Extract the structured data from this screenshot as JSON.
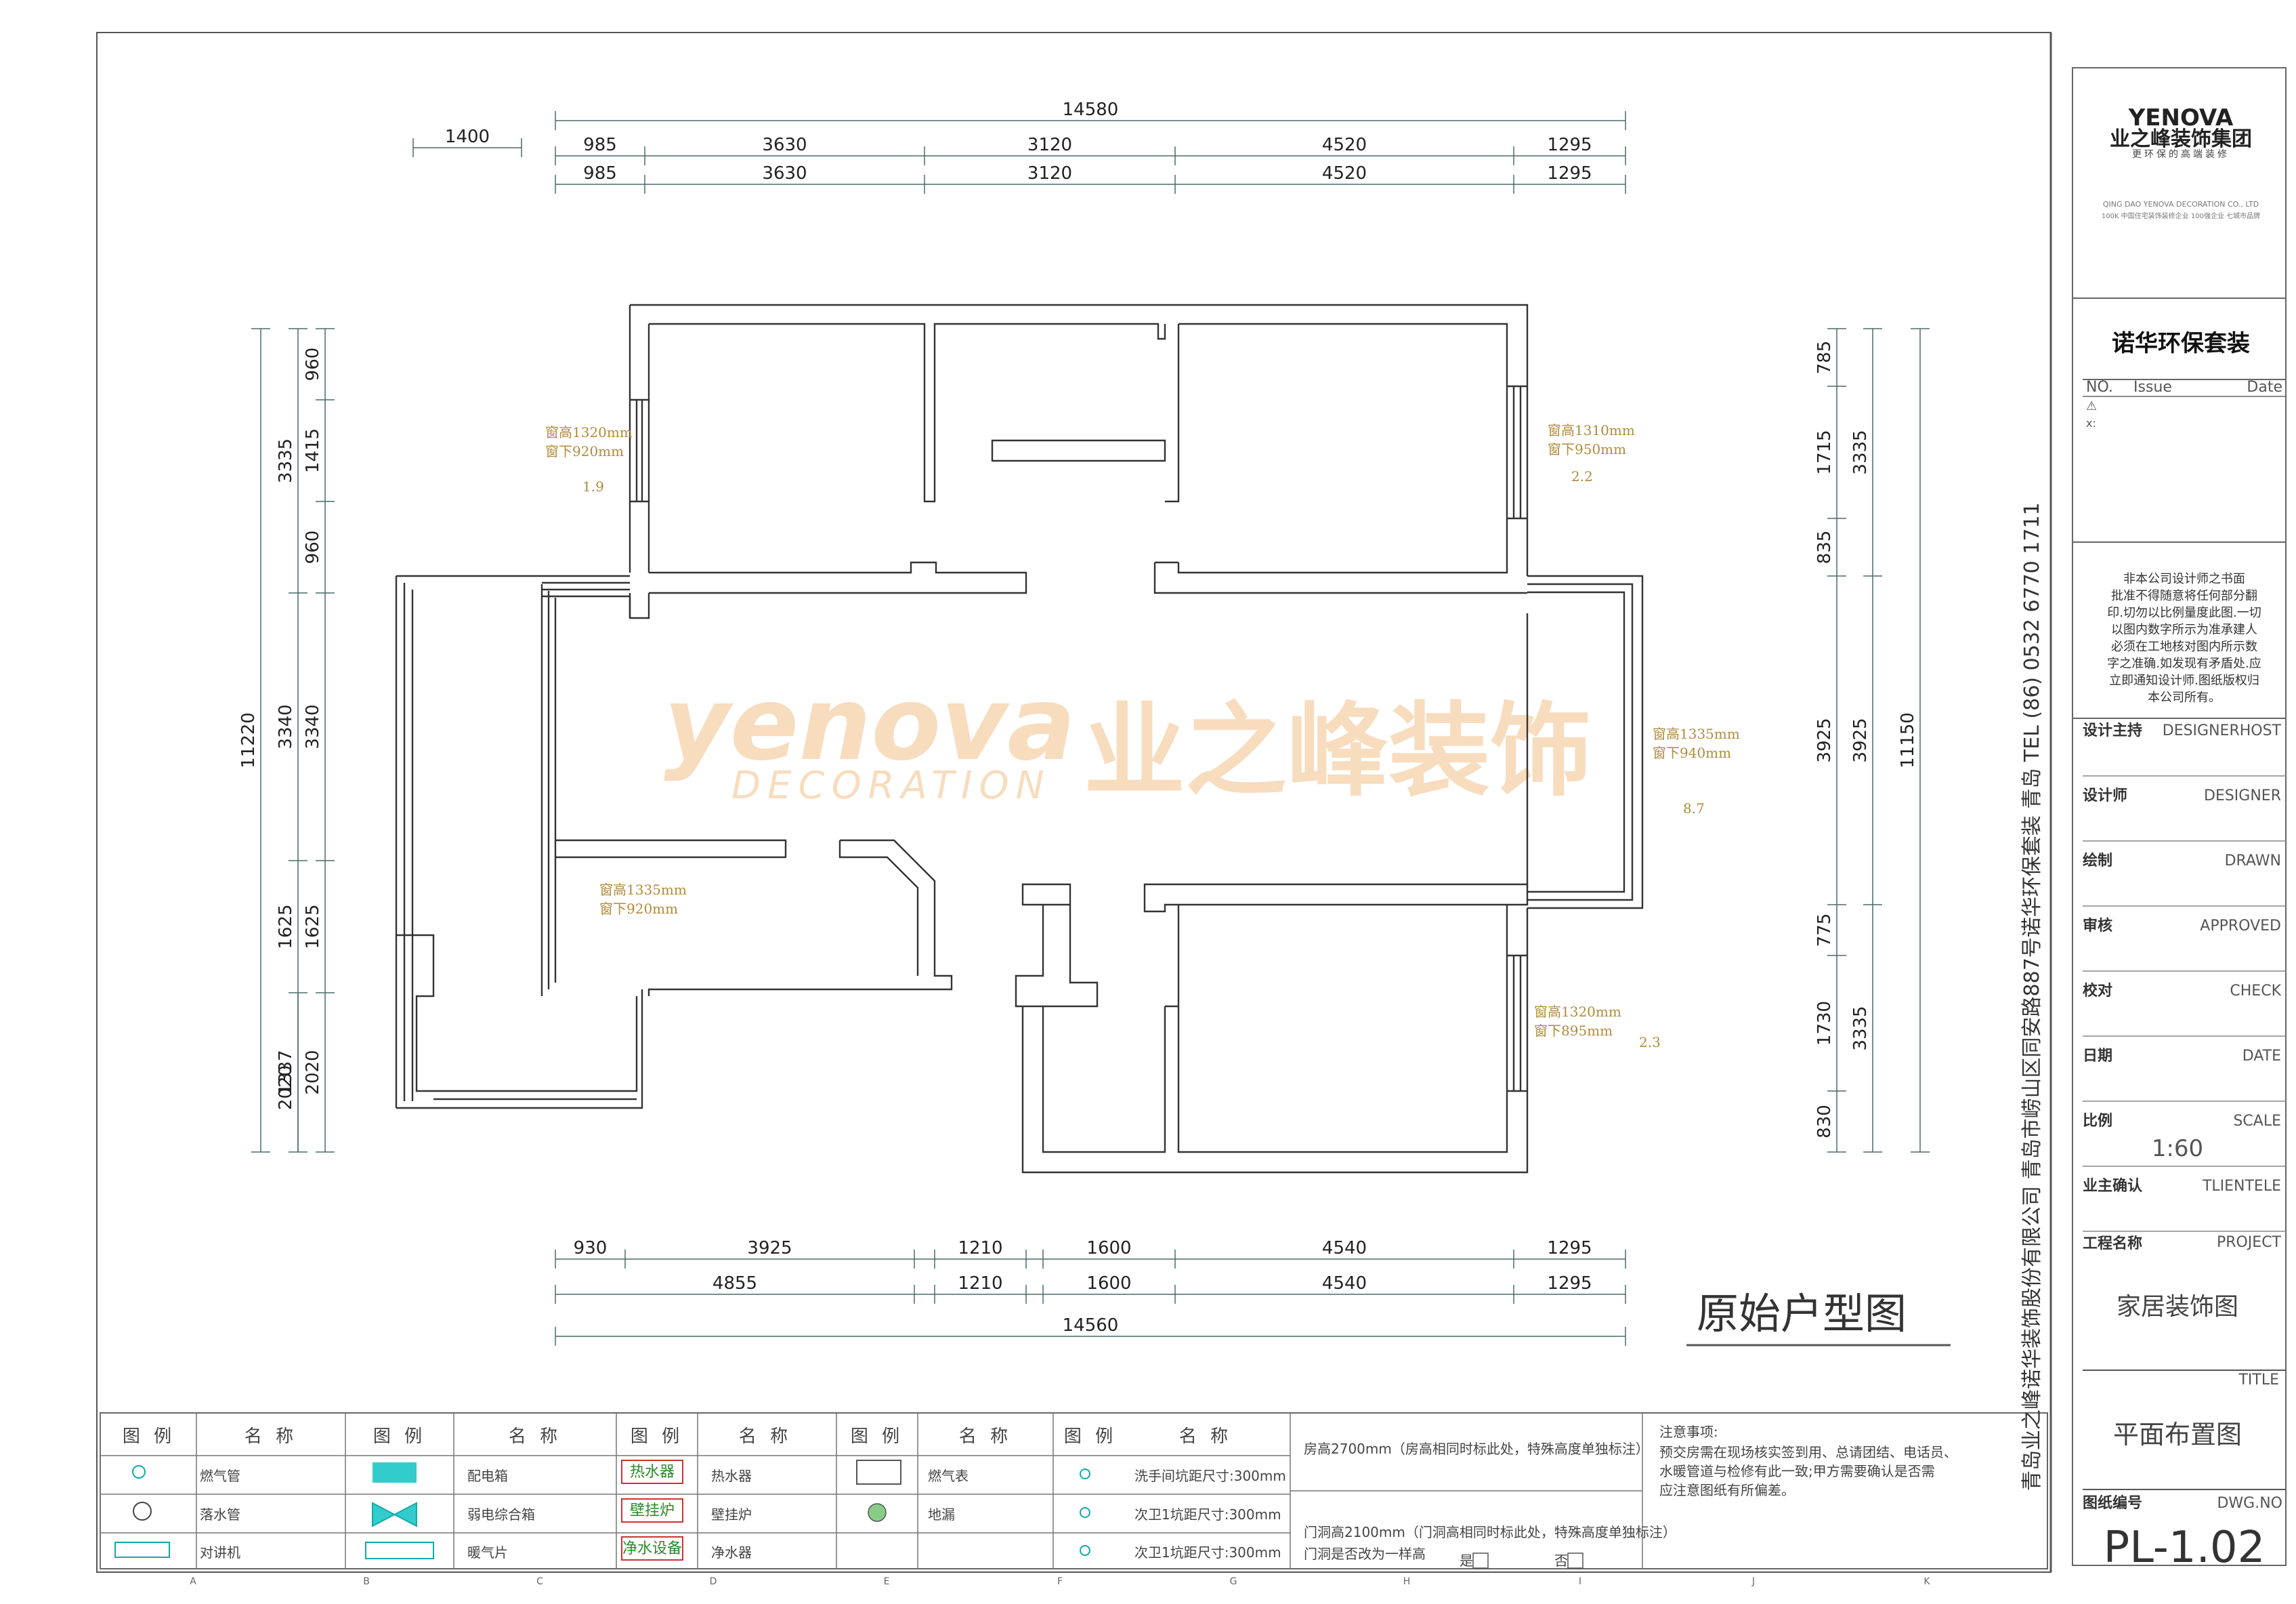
{
  "brand": {
    "logo_en": "YENOVA",
    "logo_cn": "业之峰装饰集团",
    "slogan": "更环保的高端装修",
    "company_en": "QING DAO YENOVA DECORATION CO., LTD",
    "company_sub": "100K 中国住宅装饰装修企业 100强企业 七城市品牌",
    "watermark_en": "yenova",
    "watermark_sub": "DECORATION",
    "watermark_cn": "业之峰装饰"
  },
  "package_name": "诺华环保套装",
  "issue_header": {
    "no": "NO.",
    "issue": "Issue",
    "date": "Date"
  },
  "notice": [
    "非本公司设计师之书面",
    "批准不得随意将任何部分翻",
    "印.切勿以比例量度此图.一切",
    "以图内数字所示为准承建人",
    "必须在工地核对图内所示数",
    "字之准确.如发现有矛盾处.应",
    "立即通知设计师.图纸版权归",
    "本公司所有。"
  ],
  "vertical_company": "青岛业之峰诺华装饰股份有限公司  青岛市崂山区同安路887号诺华环保套装   青岛  TEL (86) 0532 6770 1711",
  "title_rows": [
    {
      "cn": "设计主持",
      "en": "DESIGNERHOST",
      "value": ""
    },
    {
      "cn": "设计师",
      "en": "DESIGNER",
      "value": ""
    },
    {
      "cn": "绘制",
      "en": "DRAWN",
      "value": ""
    },
    {
      "cn": "审核",
      "en": "APPROVED",
      "value": ""
    },
    {
      "cn": "校对",
      "en": "CHECK",
      "value": ""
    },
    {
      "cn": "日期",
      "en": "DATE",
      "value": ""
    },
    {
      "cn": "比例",
      "en": "SCALE",
      "value": "1:60"
    },
    {
      "cn": "业主确认",
      "en": "TLIENTELE",
      "value": ""
    }
  ],
  "project": {
    "cn": "工程名称",
    "en": "PROJECT",
    "value": "家居装饰图"
  },
  "title_label": "TITLE",
  "title_value": "平面布置图",
  "drawing_no": {
    "cn": "图纸编号",
    "en": "DWG.NO",
    "value": "PL-1.02"
  },
  "plan_title": "原始户型图",
  "dims_top": {
    "overall": "14580",
    "left": "1400",
    "segments": [
      "985",
      "3630",
      "3120",
      "4520",
      "1295"
    ]
  },
  "dims_bottom": {
    "row1": [
      "930",
      "3925",
      "1210",
      "1600",
      "4540",
      "1295"
    ],
    "row2": [
      "4855",
      "1210",
      "1600",
      "4540",
      "1295"
    ],
    "overall": "14560"
  },
  "dims_left": {
    "overall": "11220",
    "col1": [
      "3335",
      "3340",
      "1625",
      "1337"
    ],
    "col2": [
      "960",
      "1415",
      "960",
      "3340",
      "1625",
      "2020",
      "2020"
    ]
  },
  "dims_right": {
    "overall": "11150",
    "col1": [
      "785",
      "1715",
      "835",
      "3925",
      "775",
      "1730",
      "830"
    ],
    "col2": [
      "3335",
      "3925",
      "3335"
    ]
  },
  "windows": [
    {
      "h": "窗高1320mm",
      "sill": "窗下920mm",
      "area": "1.9"
    },
    {
      "h": "窗高1310mm",
      "sill": "窗下950mm",
      "area": "2.2"
    },
    {
      "h": "窗高1335mm",
      "sill": "窗下940mm",
      "area": "8.7"
    },
    {
      "h": "窗高1335mm",
      "sill": "窗下920mm",
      "area": ""
    },
    {
      "h": "窗高1320mm",
      "sill": "窗下895mm",
      "area": "2.3"
    }
  ],
  "legend": {
    "col_fig": "图 例",
    "col_name": "名 称",
    "rows": [
      [
        "燃气管",
        "配电箱",
        "热水器",
        "热水器",
        "燃气表",
        "",
        "洗手间坑距尺寸:300mm"
      ],
      [
        "落水管",
        "弱电综合箱",
        "壁挂炉",
        "壁挂炉",
        "地漏",
        "",
        "次卫1坑距尺寸:300mm"
      ],
      [
        "对讲机",
        "暖气片",
        "净水设备",
        "净水器",
        "",
        "",
        "次卫1坑距尺寸:300mm"
      ]
    ],
    "note_room_h": "房高2700mm（房高相同时标此处，特殊高度单独标注）",
    "note_door_h": "门洞高2100mm（门洞高相同时标此处，特殊高度单独标注）",
    "note_door_q": "门洞是否改为一样高",
    "yes": "是",
    "no": "否",
    "notes_title": "注意事项:",
    "notes": [
      "预交房需在现场核实签到用、总请团结、电话员、",
      "水暖管道与检修有此一致;甲方需要确认是否需",
      "应注意图纸有所偏差。"
    ]
  },
  "grid_letters": [
    "A",
    "B",
    "C",
    "D",
    "E",
    "F",
    "G",
    "H",
    "I",
    "J",
    "K"
  ]
}
